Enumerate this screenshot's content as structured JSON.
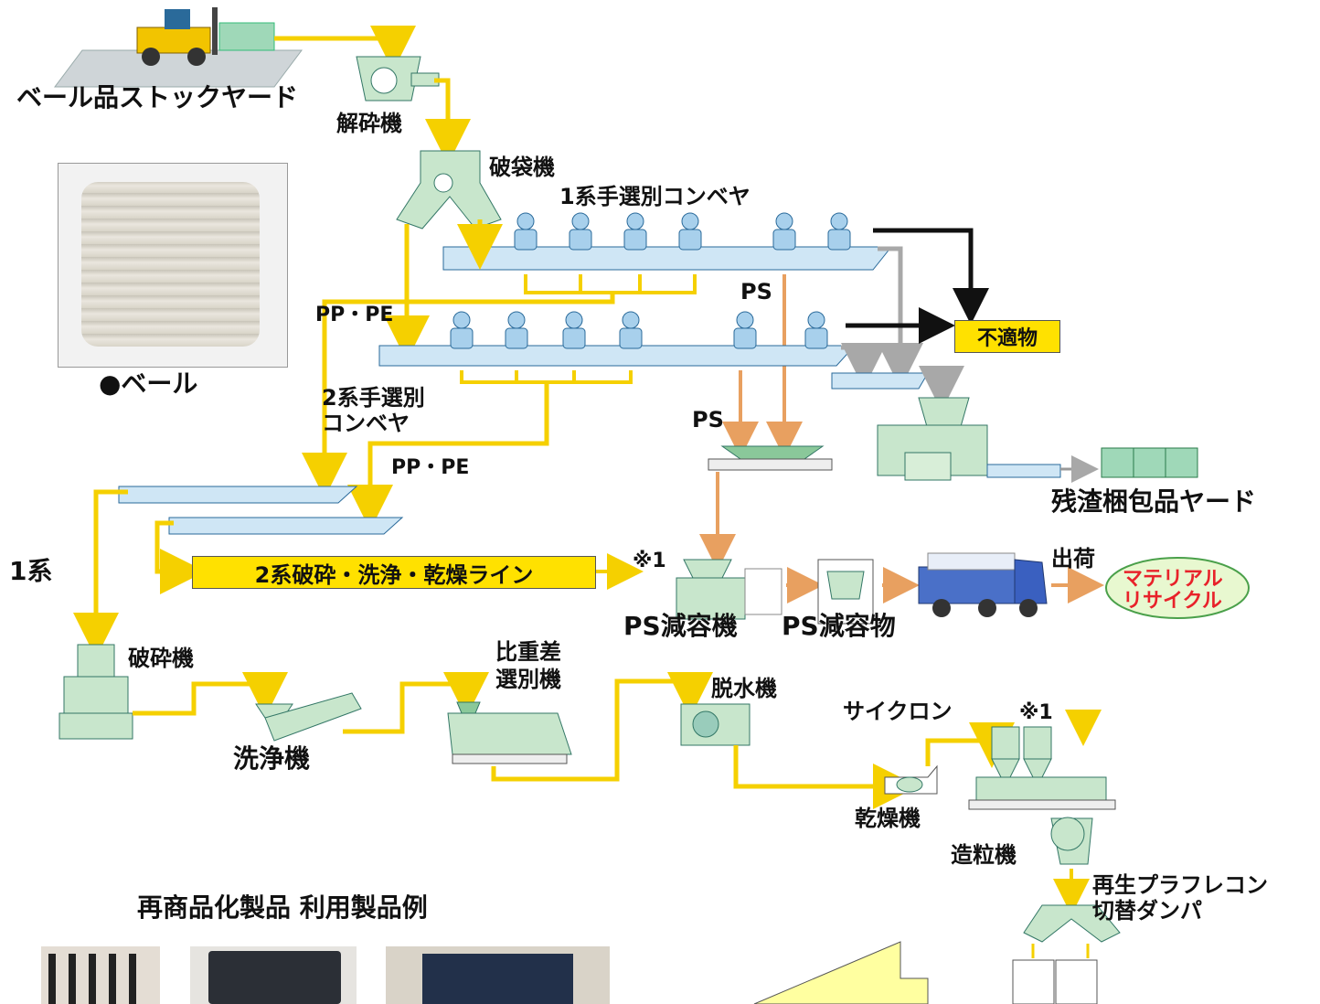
{
  "labels": {
    "bale_stockyard": "ベール品ストックヤード",
    "crusher_unbale": "解砕機",
    "bag_breaker": "破袋機",
    "line1_conveyor": "1系手選別コンベヤ",
    "ps_top": "PS",
    "pp_pe_1": "PP・PE",
    "unsuitable": "不適物",
    "bale_caption": "●ベール",
    "line2_conveyor_a": "2系手選別",
    "line2_conveyor_b": "コンベヤ",
    "ps_mid": "PS",
    "pp_pe_2": "PP・PE",
    "residue_yard": "残渣梱包品ヤード",
    "line1": "1系",
    "line2_process": "2系破砕・洗浄・乾燥ライン",
    "note_mark_1": "※1",
    "ps_reducer": "PS減容機",
    "ps_reduced": "PS減容物",
    "shipping": "出荷",
    "material_recycle_a": "マテリアル",
    "material_recycle_b": "リサイクル",
    "shredder": "破砕機",
    "density_sep_a": "比重差",
    "density_sep_b": "選別機",
    "dehydrator": "脱水機",
    "cyclone": "サイクロン",
    "note_mark_2": "※1",
    "washer": "洗浄機",
    "dryer": "乾燥機",
    "pelletizer": "造粒機",
    "damper_a": "再生プラフレコン",
    "damper_b": "切替ダンパ",
    "products_title": "再商品化製品  利用製品例"
  },
  "colors": {
    "flow_yellow": "#f5d000",
    "flow_orange": "#e8a060",
    "flow_gray": "#a8a8a8",
    "machine_green": "#c8e6cc",
    "conveyor_blue": "#cfe6f5",
    "label_box": "#ffe100",
    "recycle_red": "#e8222a",
    "recycle_fill": "#e8f8d0"
  }
}
